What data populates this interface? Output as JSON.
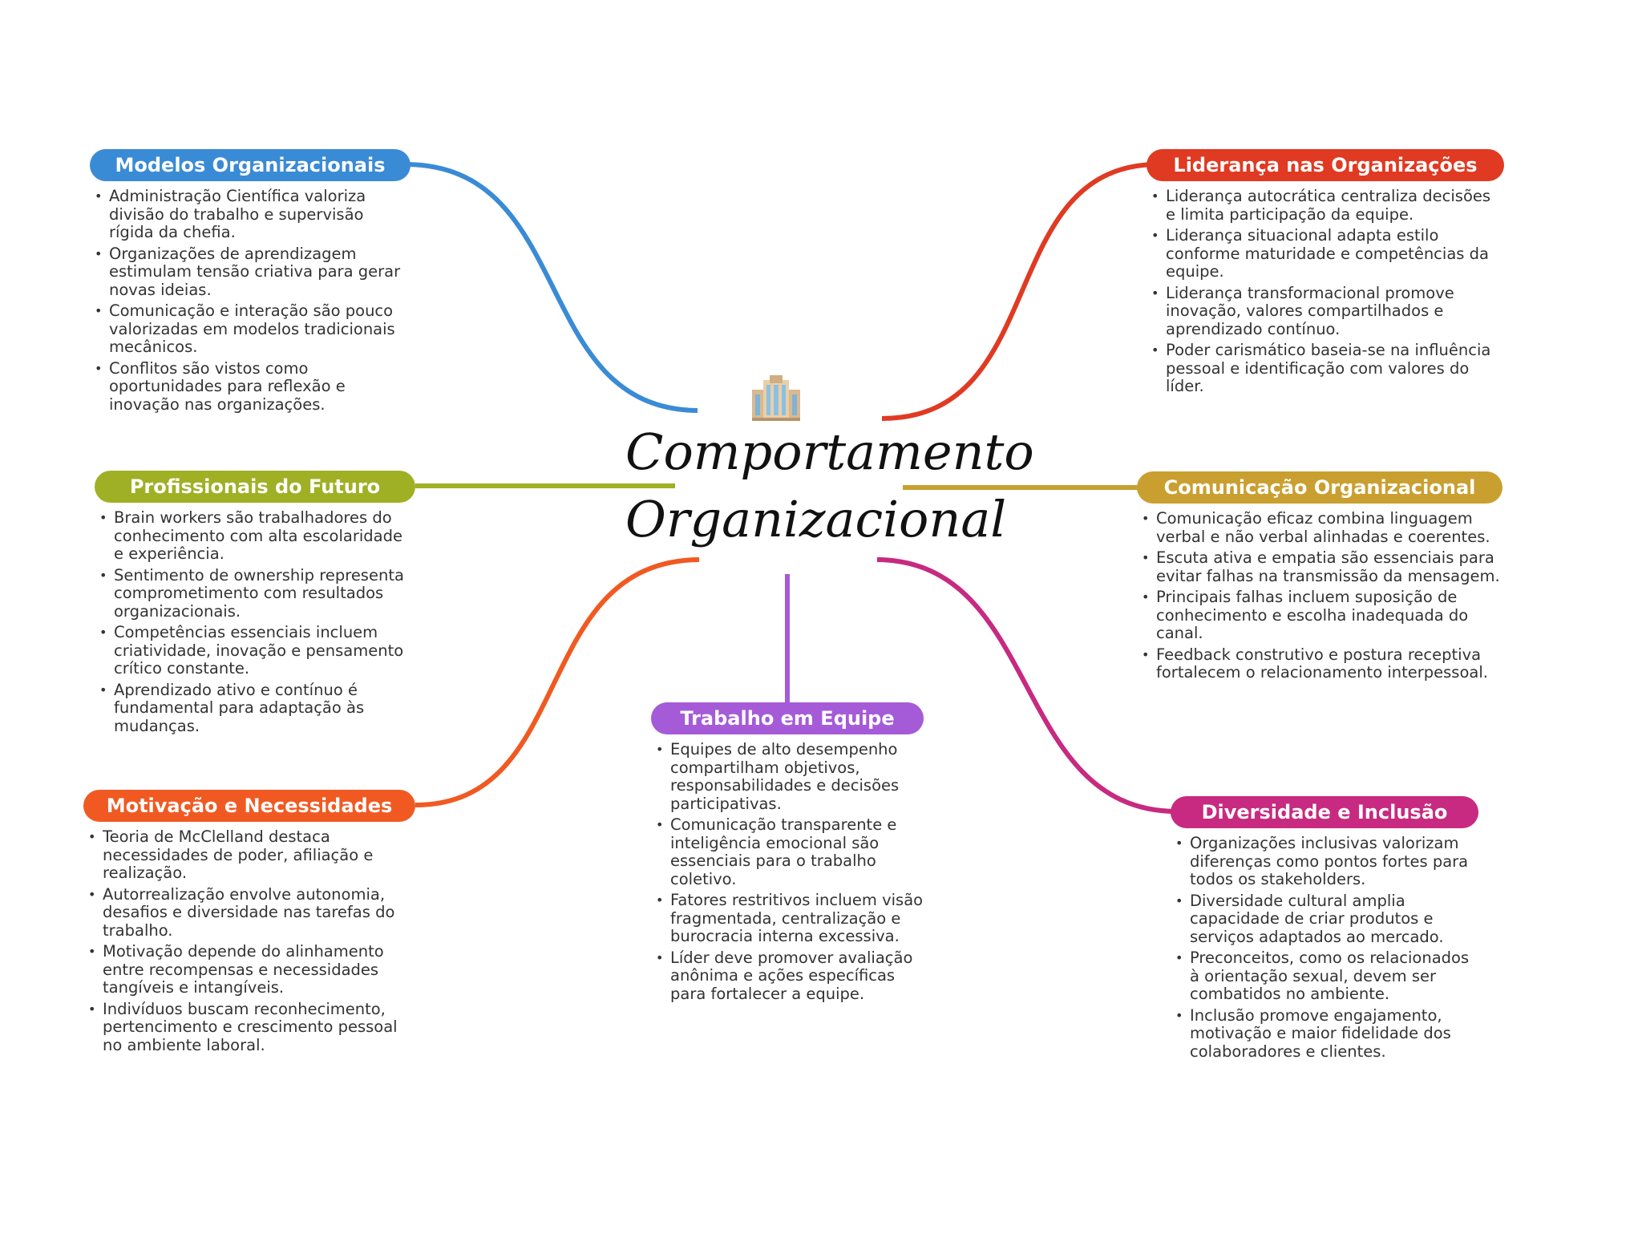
{
  "center": {
    "icon": "building-icon",
    "title_line1": "Comportamento",
    "title_line2": "Organizacional"
  },
  "branches": {
    "modelos": {
      "title": "Modelos Organizacionais",
      "color": "#3a8bd6",
      "items": [
        "Administração Científica valoriza divisão do trabalho e supervisão rígida da chefia.",
        "Organizações de aprendizagem estimulam tensão criativa para gerar novas ideias.",
        "Comunicação e interação são pouco valorizadas em modelos tradicionais mecânicos.",
        "Conflitos são vistos como oportunidades para reflexão e inovação nas organizações."
      ]
    },
    "profissionais": {
      "title": "Profissionais do Futuro",
      "color": "#9fb025",
      "items": [
        "Brain workers são trabalhadores do conhecimento com alta escolaridade e experiência.",
        "Sentimento de ownership representa comprometimento com resultados organizacionais.",
        "Competências essenciais incluem criatividade, inovação e pensamento crítico constante.",
        "Aprendizado ativo e contínuo é fundamental para adaptação às mudanças."
      ]
    },
    "motivacao": {
      "title": "Motivação e Necessidades",
      "color": "#f05a22",
      "items": [
        "Teoria de McClelland destaca necessidades de poder, afiliação e realização.",
        "Autorrealização envolve autonomia, desafios e diversidade nas tarefas do trabalho.",
        "Motivação depende do alinhamento entre recompensas e necessidades tangíveis e intangíveis.",
        "Indivíduos buscam reconhecimento, pertencimento e crescimento pessoal no ambiente laboral."
      ]
    },
    "trabalho": {
      "title": "Trabalho em Equipe",
      "color": "#a55bd8",
      "items": [
        "Equipes de alto desempenho compartilham objetivos, responsabilidades e decisões participativas.",
        "Comunicação transparente e inteligência emocional são essenciais para o trabalho coletivo.",
        "Fatores restritivos incluem visão fragmentada, centralização e burocracia interna excessiva.",
        "Líder deve promover avaliação anônima e ações específicas para fortalecer a equipe."
      ]
    },
    "lideranca": {
      "title": "Liderança nas Organizações",
      "color": "#e03a22",
      "items": [
        "Liderança autocrática centraliza decisões e limita participação da equipe.",
        "Liderança situacional adapta estilo conforme maturidade e competências da equipe.",
        "Liderança transformacional promove inovação, valores compartilhados e aprendizado contínuo.",
        "Poder carismático baseia-se na influência pessoal e identificação com valores do líder."
      ]
    },
    "comunicacao": {
      "title": "Comunicação Organizacional",
      "color": "#c9a030",
      "items": [
        "Comunicação eficaz combina linguagem verbal e não verbal alinhadas e coerentes.",
        "Escuta ativa e empatia são essenciais para evitar falhas na transmissão da mensagem.",
        "Principais falhas incluem suposição de conhecimento e escolha inadequada do canal.",
        "Feedback construtivo e postura receptiva fortalecem o relacionamento interpessoal."
      ]
    },
    "diversidade": {
      "title": "Diversidade e Inclusão",
      "color": "#c72a80",
      "items": [
        "Organizações inclusivas valorizam diferenças como pontos fortes para todos os stakeholders.",
        "Diversidade cultural amplia capacidade de criar produtos e serviços adaptados ao mercado.",
        "Preconceitos, como os relacionados à orientação sexual, devem ser combatidos no ambiente.",
        "Inclusão promove engajamento, motivação e maior fidelidade dos colaboradores e clientes."
      ]
    }
  }
}
